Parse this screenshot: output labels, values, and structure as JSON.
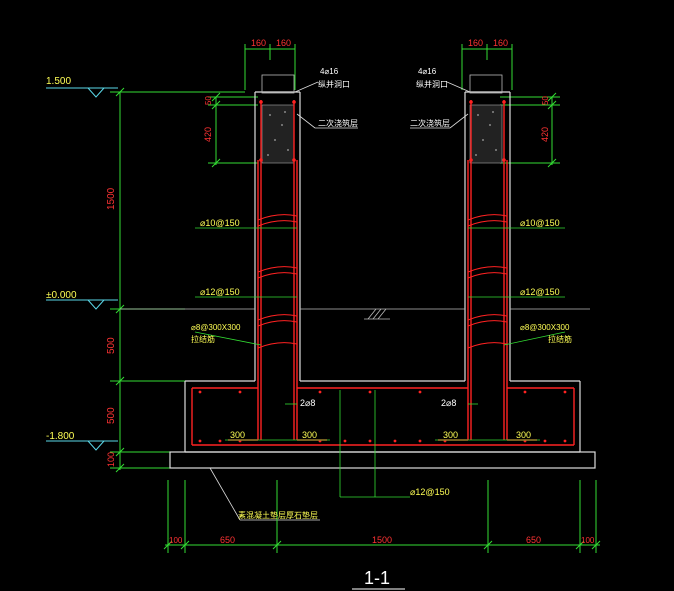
{
  "drawing": {
    "section_title": "1-1",
    "elevations": {
      "top": "1.500",
      "ground": "±0.000",
      "bottom": "-1.800"
    },
    "dims": {
      "wall_half_left_a": "160",
      "wall_half_left_b": "160",
      "wall_half_right_a": "160",
      "wall_half_right_b": "160",
      "cap_50_left": "50",
      "cap_420_left": "420",
      "cap_50_right": "50",
      "cap_420_right": "420",
      "h1500": "1500",
      "h500_upper": "500",
      "h500_lower": "500",
      "h100": "100",
      "b100_left": "100",
      "b650_left": "650",
      "b1500": "1500",
      "b650_right": "650",
      "b100_right": "100",
      "d300_1": "300",
      "d300_2": "300",
      "d300_3": "300",
      "d300_4": "300"
    },
    "labels": {
      "top_bar_left_1": "4⌀16",
      "top_bar_left_2": "纵并洞口",
      "top_bar_right_1": "4⌀16",
      "top_bar_right_2": "纵并洞口",
      "secondary_pour_left": "二次浇筑层",
      "secondary_pour_right": "二次浇筑层",
      "rebar_upper_left": "⌀10@150",
      "rebar_upper_right": "⌀10@150",
      "rebar_mid_left": "⌀12@150",
      "rebar_mid_right": "⌀12@150",
      "tie_left_1": "⌀8@300X300",
      "tie_left_2": "拉结筋",
      "tie_right_1": "⌀8@300X300",
      "tie_right_2": "拉结筋",
      "bar_2_left": "2⌀8",
      "bar_2_right": "2⌀8",
      "bottom_rebar": "⌀12@150",
      "cushion": "素混凝土垫层厚石垫层"
    }
  }
}
